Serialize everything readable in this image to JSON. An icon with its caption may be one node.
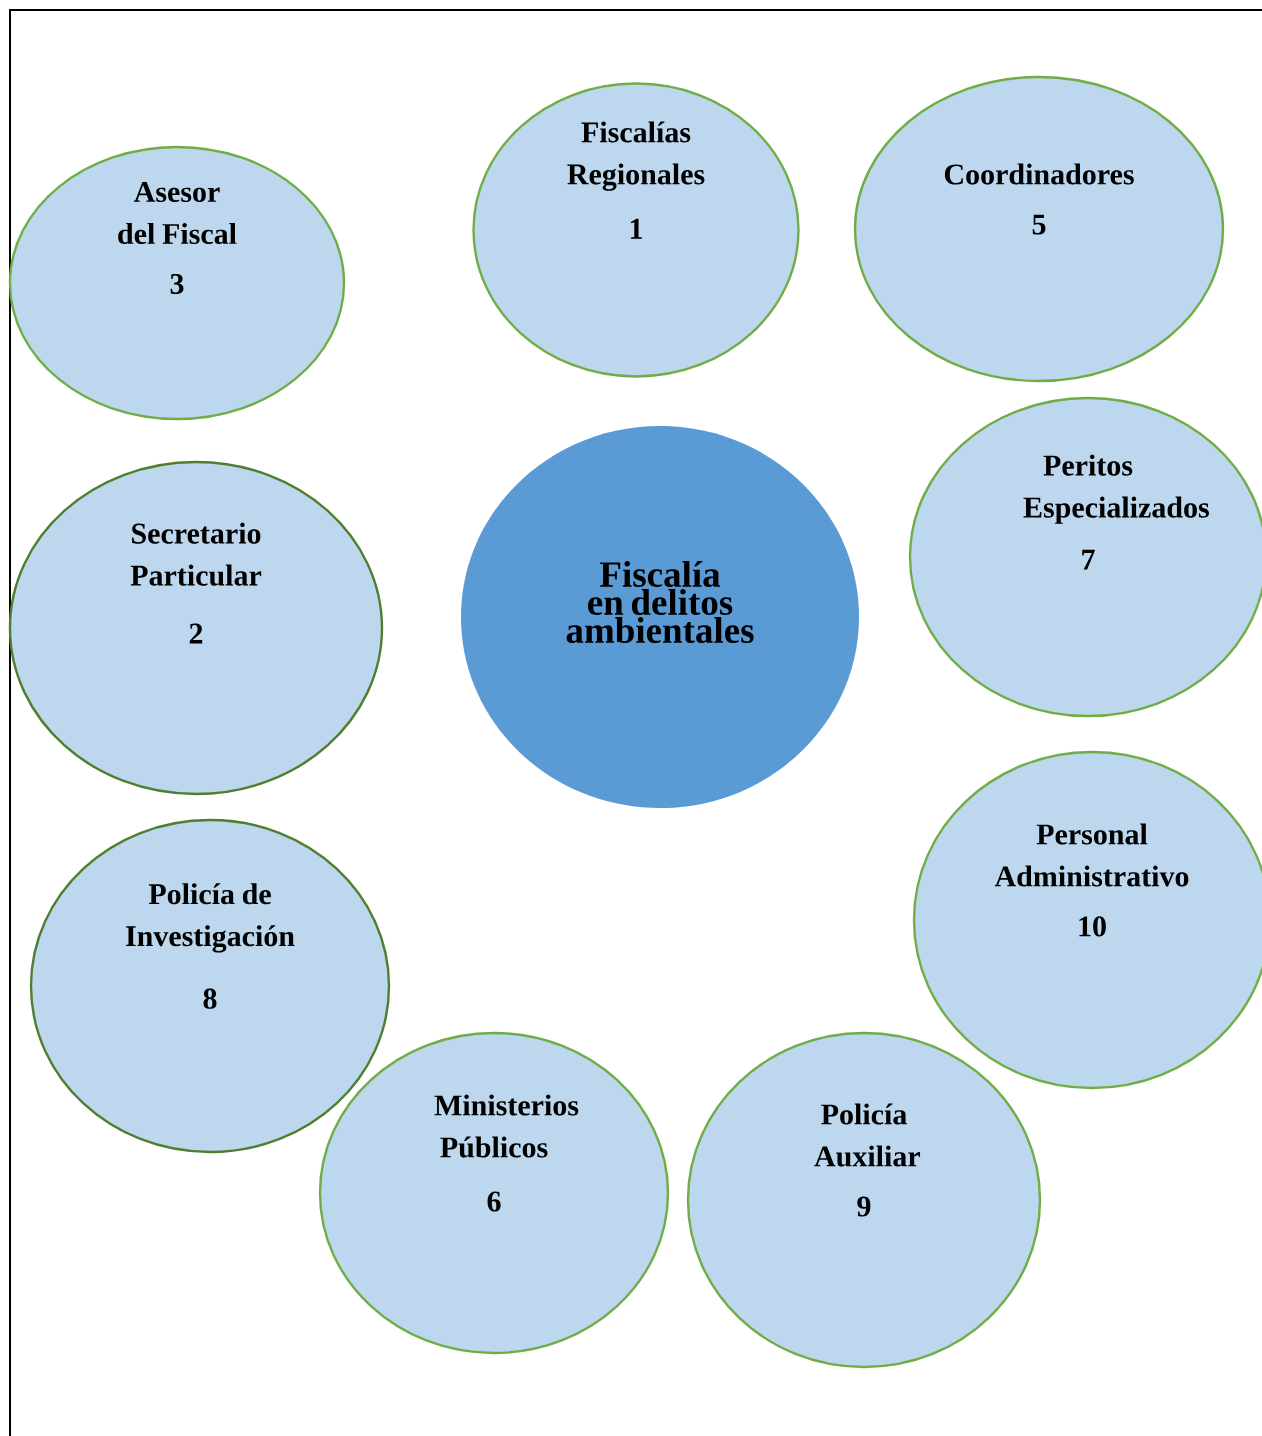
{
  "diagram": {
    "nodes": [
      {
        "text": [
          "Asesor del Fiscal",
          "3"
        ]
      },
      {
        "text": [
          "Fiscalías Regionales",
          "1"
        ]
      },
      {
        "text": [
          "Coordinadores",
          "5"
        ]
      },
      {
        "text": [
          "Secretario Particular",
          "2"
        ]
      },
      {
        "text": [
          "Fiscalía en delitos ambientales"
        ]
      },
      {
        "text": [
          "Peritos Especializados",
          "7"
        ]
      },
      {
        "text": [
          "Personal Administrativo",
          "10"
        ]
      },
      {
        "text": [
          "Policía de Investigación",
          "8"
        ]
      },
      {
        "text": [
          "Ministerios Públicos",
          "6"
        ]
      },
      {
        "text": [
          "Policía Auxiliar",
          "9"
        ]
      }
    ],
    "edges": []
  }
}
